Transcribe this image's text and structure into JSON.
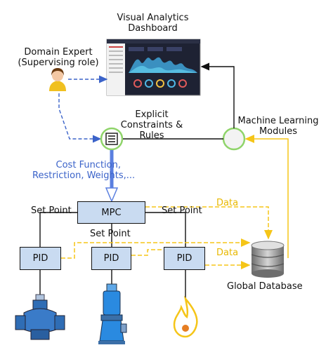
{
  "dashboard": {
    "title_line1": "Visual Analytics",
    "title_line2": "Dashboard"
  },
  "expert": {
    "line1": "Domain Expert",
    "line2": "(Supervising role)"
  },
  "constraints": {
    "line1": "Explicit",
    "line2": "Constraints &",
    "line3": "Rules"
  },
  "ml": {
    "line1": "Machine Learning",
    "line2": "Modules"
  },
  "cost": {
    "line1": "Cost Function,",
    "line2": "Restriction, Weights,..."
  },
  "mpc": {
    "label": "MPC"
  },
  "pid": {
    "left": "PID",
    "center": "PID",
    "right": "PID"
  },
  "setpoint": {
    "left": "Set Point",
    "center": "Set Point",
    "right": "Set Point"
  },
  "data_flow": {
    "upper": "Data",
    "lower": "Data"
  },
  "database": {
    "label": "Global Database"
  },
  "colors": {
    "blue": "#3b63c9",
    "yellow": "#f5c518",
    "box_fill": "#c9dbf1",
    "node_ring": "#8fd46a"
  }
}
